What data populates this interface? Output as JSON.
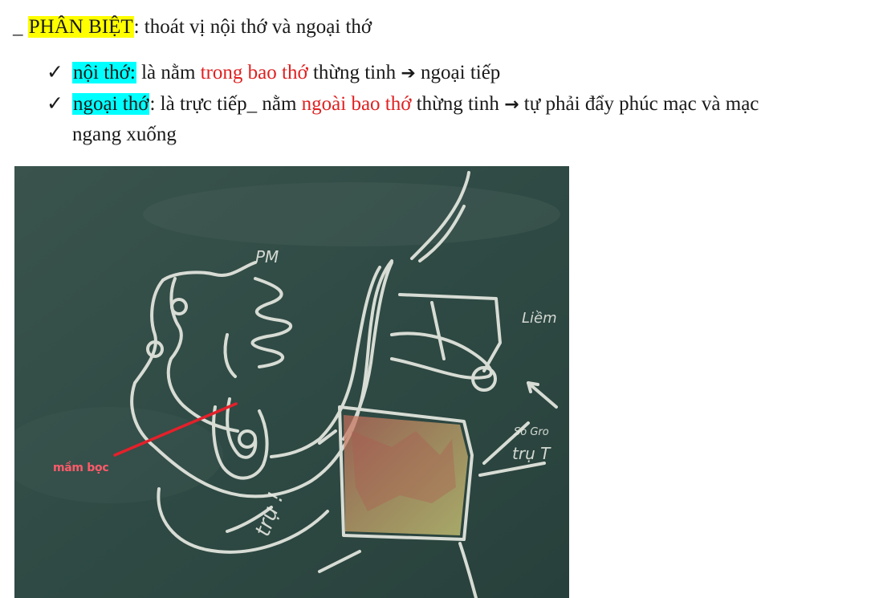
{
  "heading": {
    "prefix": "_ ",
    "highlight": "PHÂN BIỆT",
    "rest": ": thoát vị nội thớ và ngoại thớ"
  },
  "bullets": [
    {
      "check": "✓",
      "term": "nội thớ:",
      "text_a": " là nằm ",
      "red": "trong bao thớ",
      "text_b": " thừng tinh  ",
      "arrow": "➔",
      "text_c": " ngoại tiếp"
    },
    {
      "check": "✓",
      "term": "ngoại thớ",
      "text_a": ": là trực tiếp_ nằm ",
      "red": "ngoài bao thớ",
      "text_b": " thừng tinh ",
      "arrow": "→",
      "text_c": " tự phải đẩy phúc mạc và mạc",
      "continuation": "ngang xuống"
    }
  ],
  "figure": {
    "annotation": "mầm bọc",
    "chalk_labels": {
      "pm": "PM",
      "bottom": "trụ !",
      "right_top": "Liềm",
      "right_mid": "trụ T",
      "right_small": "So Gro"
    },
    "colors": {
      "board": "#2f4a44",
      "chalk": "#e6e9e1",
      "annotation_line": "#e5202a",
      "annotation_text": "#ff5a6a",
      "shaded_region": "#c9a36a"
    }
  }
}
